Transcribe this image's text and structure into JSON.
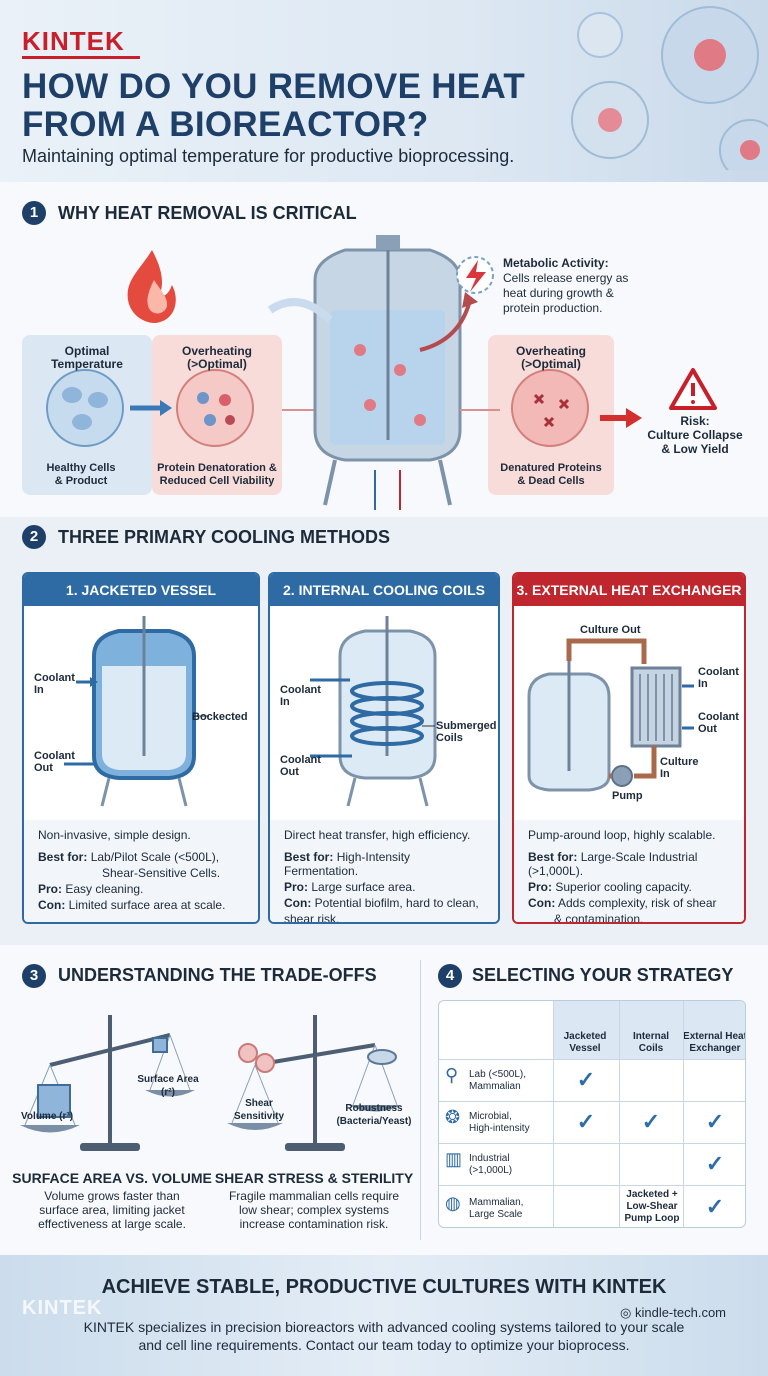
{
  "header": {
    "brand": "KINTEK",
    "title_line1": "HOW DO YOU REMOVE HEAT",
    "title_line2": "FROM A BIOREACTOR?",
    "subtitle": "Maintaining optimal temperature for productive bioprocessing."
  },
  "section1": {
    "number": "1",
    "title": "WHY HEAT REMOVAL IS CRITICAL",
    "metabolic_title": "Metabolic Activity:",
    "metabolic_text_1": "Cells release energy as",
    "metabolic_text_2": "heat during growth &",
    "metabolic_text_3": "protein production.",
    "optimal_1": "Optimal",
    "optimal_2": "Temperature",
    "overheating_1": "Overheating",
    "overheating_2": "(>Optimal)",
    "healthy_1": "Healthy Cells",
    "healthy_2": "& Product",
    "denat_1": "Protein Denatoration &",
    "denat_2": "Reduced Cell Viability",
    "overheating_r1": "Overheating",
    "overheating_r2": "(>Optimal)",
    "dead_1": "Denatured Proteins",
    "dead_2": "& Dead Cells",
    "risk_1": "Risk:",
    "risk_2": "Culture Collapse",
    "risk_3": "& Low Yield"
  },
  "section2": {
    "number": "2",
    "title": "THREE PRIMARY COOLING METHODS",
    "cards": [
      {
        "title": "1. JACKETED VESSEL",
        "desc": "Non-invasive, simple design.",
        "best_label": "Best for:",
        "best": "Lab/Pilot Scale (<500L),",
        "best2": "Shear-Sensitive Cells.",
        "pro_label": "Pro:",
        "pro": "Easy cleaning.",
        "con_label": "Con:",
        "con": "Limited surface area at scale.",
        "con2": "",
        "color": "#2e6aa3"
      },
      {
        "title": "2. INTERNAL COOLING COILS",
        "desc": "Direct heat transfer, high efficiency.",
        "best_label": "Best for:",
        "best": "High-Intensity Fermentation.",
        "best2": "",
        "pro_label": "Pro:",
        "pro": "Large surface area.",
        "con_label": "Con:",
        "con": "Potential biofilm, hard to clean,",
        "con2": "shear risk.",
        "color": "#2e6aa3"
      },
      {
        "title": "3. EXTERNAL HEAT EXCHANGER",
        "desc": "Pump-around loop, highly scalable.",
        "best_label": "Best for:",
        "best": "Large-Scale Industrial (>1,000L).",
        "best2": "",
        "pro_label": "Pro:",
        "pro": "Superior cooling capacity.",
        "con_label": "Con:",
        "con": "Adds complexity, risk of shear",
        "con2": "& contamination.",
        "color": "#c0262e"
      }
    ],
    "jv_coolant_in_1": "Coolant",
    "jv_coolant_in_2": "In",
    "jv_jacket": "Bockected",
    "jv_coolant_out_1": "Coolant",
    "jv_coolant_out_2": "Out",
    "ic_coolant_in_1": "Coolant",
    "ic_coolant_in_2": "In",
    "ic_sub_1": "Submerged",
    "ic_sub_2": "Coils",
    "ic_coolant_out_1": "Coolant",
    "ic_coolant_out_2": "Out",
    "he_culture_out": "Culture Out",
    "he_coolant_in_1": "Coolant",
    "he_coolant_in_2": "In",
    "he_coolant_out_1": "Coolant",
    "he_coolant_out_2": "Out",
    "he_culture_in_1": "Culture",
    "he_culture_in_2": "In",
    "he_pump": "Pump"
  },
  "section3": {
    "number": "3",
    "title": "UNDERSTANDING THE TRADE-OFFS",
    "volume": "Volume (r³)",
    "surface_1": "Surface Area",
    "surface_2": "(r²)",
    "shear_1": "Shear",
    "shear_2": "Sensitivity",
    "robust_1": "Robustness",
    "robust_2": "(Bacteria/Yeast)",
    "left_head": "SURFACE AREA VS. VOLUME",
    "left_text_1": "Volume grows faster than",
    "left_text_2": "surface area, limiting jacket",
    "left_text_3": "effectiveness at large scale.",
    "right_head": "SHEAR STRESS & STERILITY",
    "right_text_1": "Fragile mammalian cells require",
    "right_text_2": "low shear; complex systems",
    "right_text_3": "increase contamination risk."
  },
  "section4": {
    "number": "4",
    "title": "SELECTING YOUR STRATEGY",
    "col1_1": "Jacketed",
    "col1_2": "Vessel",
    "col2_1": "Internal",
    "col2_2": "Coils",
    "col3_1": "External Heat",
    "col3_2": "Exchanger",
    "rows": [
      {
        "l1": "Lab (<500L),",
        "l2": "Mammalian",
        "checks": [
          true,
          false,
          false
        ],
        "note": ""
      },
      {
        "l1": "Microbial,",
        "l2": "High-intensity",
        "checks": [
          true,
          true,
          true
        ],
        "note": ""
      },
      {
        "l1": "Industrial",
        "l2": "(>1,000L)",
        "checks": [
          false,
          false,
          true
        ],
        "note": ""
      },
      {
        "l1": "Mammalian,",
        "l2": "Large Scale",
        "checks": [
          false,
          false,
          true
        ],
        "note": "Jacketed + Low-Shear Pump Loop"
      }
    ],
    "note_1": "Jacketed +",
    "note_2": "Low-Shear",
    "note_3": "Pump Loop",
    "check_symbol": "✓"
  },
  "footer": {
    "title": "ACHIEVE STABLE, PRODUCTIVE CULTURES WITH KINTEK",
    "brand": "KINTEK",
    "url": "kindle-tech.com",
    "text_1": "KINTEK specializes in precision bioreactors with advanced cooling systems tailored to your scale",
    "text_2": "and cell line requirements. Contact our team today to optimize your bioprocess."
  },
  "colors": {
    "navy": "#1e3f68",
    "red": "#c8202b",
    "blue": "#2e6aa3"
  }
}
